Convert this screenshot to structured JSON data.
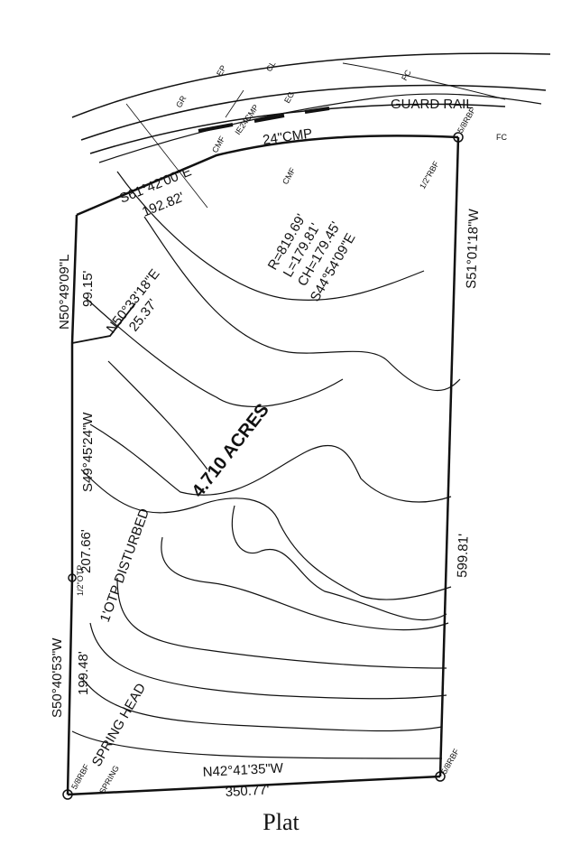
{
  "caption": "Plat",
  "area_label": "4.710 ACRES",
  "road": {
    "guard_rail": "GUARD RAIL",
    "culvert": "24\"CMP",
    "codes": [
      "GR",
      "EP",
      "CL",
      "EG",
      "FC",
      "CMF",
      "IE24CMP"
    ]
  },
  "boundary": {
    "north": {
      "bearing": "S61°42'00\"E",
      "distance": "192.82'"
    },
    "curve": {
      "radius": "R=819.69'",
      "length": "L=179.81'",
      "chord": "CH=179.45'",
      "chord_bearing": "S44°54'09\"E"
    },
    "east": {
      "bearing": "S51°01'18\"W",
      "distance": "599.81'"
    },
    "south": {
      "bearing": "N42°41'35\"W",
      "distance": "350.77'"
    },
    "west_lower": {
      "bearing": "S50°40'53\"W",
      "distance": "199.48'"
    },
    "west_middle": {
      "bearing": "S49°45'24\"W",
      "distance": "207.66'"
    },
    "west_upper": {
      "bearing": "N50°49'09\"L",
      "distance": "99.15'"
    },
    "jog": {
      "bearing": "N50°33'18\"E",
      "distance": "25.37'"
    }
  },
  "notes": {
    "rebar_ne": "1/2\"RBF",
    "rebar_code": "5/8RBF",
    "disturbed": "1'OTP DISTURBED",
    "otp": "1/2\"OTP",
    "spring": "SPRING HEAD",
    "spring_small": "SPRING",
    "fc": "FC",
    "cmf": "CMF"
  }
}
